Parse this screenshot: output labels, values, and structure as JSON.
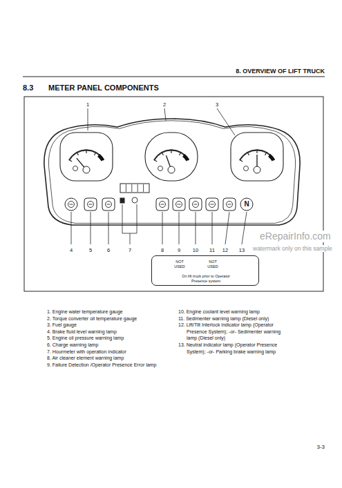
{
  "diagram": {
    "title": "METER PANEL COMPONENTS",
    "nodes": [
      {
        "text": [
          "NOT USED",
          "NOT USED",
          "On lift truck prior to Operator Presence system"
        ]
      }
    ],
    "labels": [
      "8. OVERVIEW OF LIFT TRUCK",
      "8.3",
      "1",
      "2",
      "3",
      "4",
      "5",
      "6",
      "7",
      "8",
      "9",
      "10",
      "11",
      "12",
      "13",
      "N",
      "1. Engine water temperature gauge",
      "2. Torque converter oil temperature gauge",
      "3. Fuel gauge",
      "4. Brake fluid level warning lamp",
      "5. Engine oil pressure warning lamp",
      "6. Charge warning lamp",
      "7. Hourmeter with operation indicator",
      "8. Air cleaner element warning lamp",
      "9. Failure Detection /Operator Presence Error lamp",
      "10. Engine coolant level warning lamp",
      "11. Sedimenter warning lamp (Diesel only)",
      "12. Lift/Tilt Interlock indicator lamp (Operator Presence System); -or- Sedimenter warning lamp (Diesel only)",
      "13. Neutral indicator lamp (Operator Presence System); -or- Parking brake warning lamp",
      "3-3",
      "eRepairInfo.com",
      "watermark only on this sample"
    ]
  }
}
